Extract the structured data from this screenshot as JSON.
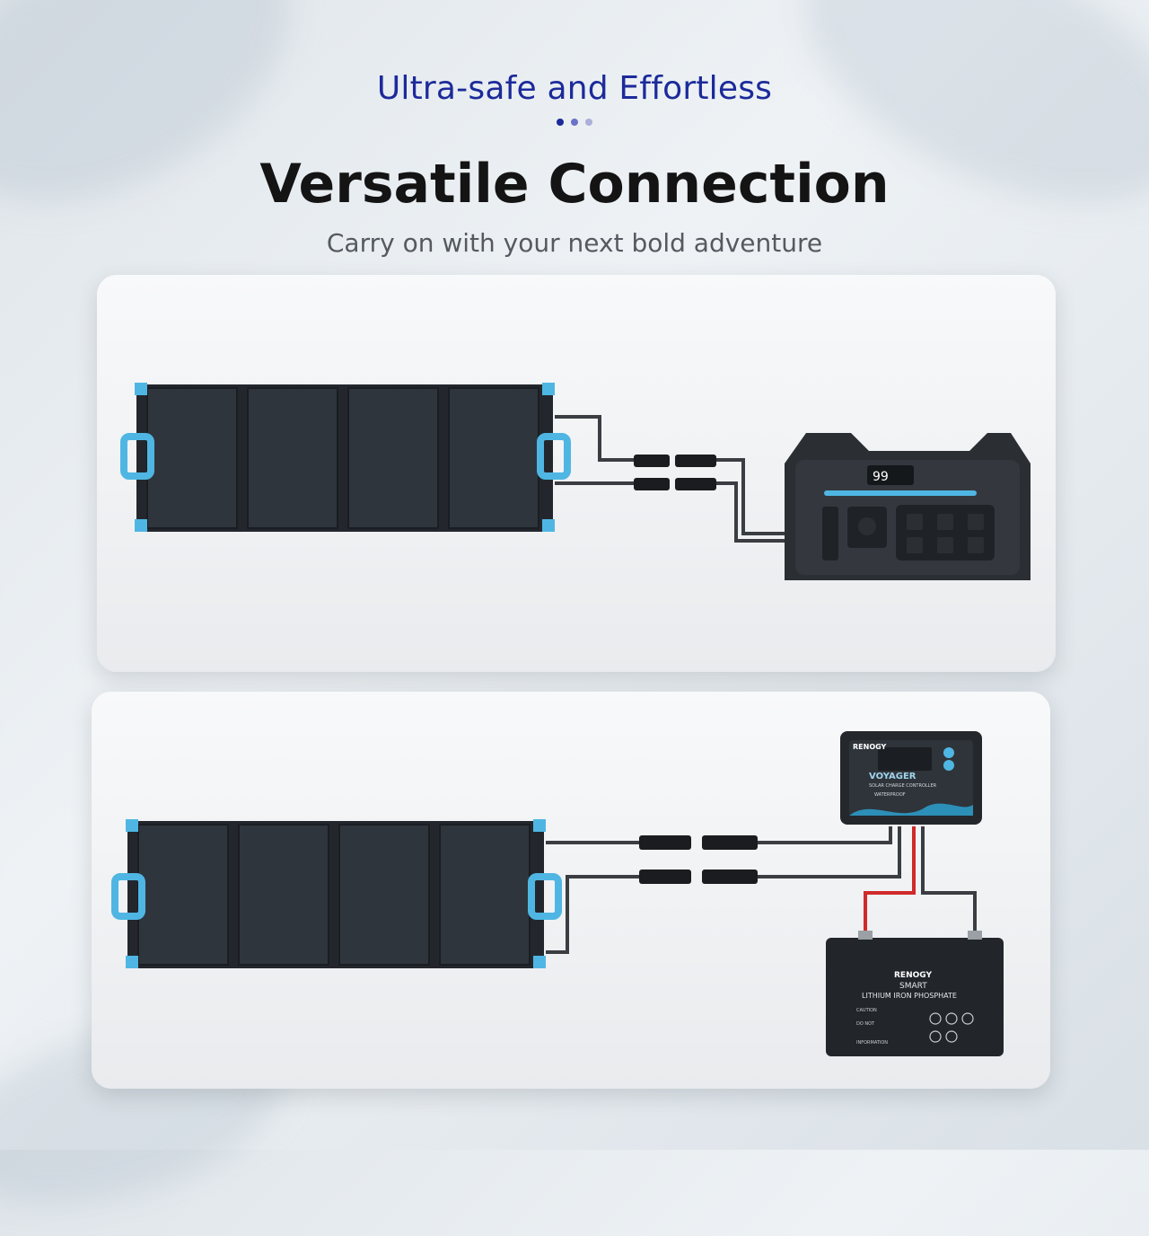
{
  "header": {
    "eyebrow": "Ultra-safe and Effortless",
    "title": "Versatile Connection",
    "subtitle": "Carry on with your next bold adventure",
    "dots": [
      "#1c2a9a",
      "#6a72c8",
      "#aab0d8"
    ]
  },
  "colors": {
    "panel": "#2a2f36",
    "panel_accent": "#4fb6e3",
    "cable": "#3a3d42",
    "cable_red": "#d02a2a"
  },
  "setup_power_station": {
    "display_value": "99"
  },
  "setup_controller": {
    "controller": {
      "brand": "RENOGY",
      "model": "VOYAGER",
      "model_sub": "SOLAR CHARGE CONTROLLER",
      "badge": "WATERPROOF"
    },
    "battery": {
      "brand": "RENOGY",
      "line1": "SMART",
      "line2": "LITHIUM IRON PHOSPHATE",
      "caution_label": "CAUTION",
      "do_not_label": "DO NOT",
      "information_label": "INFORMATION"
    }
  }
}
